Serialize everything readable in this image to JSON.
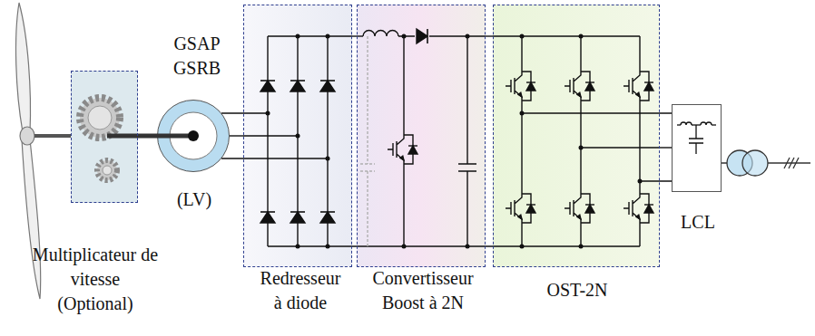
{
  "diagram": {
    "nodes": [
      {
        "text": [
          "Multiplicateur de vitesse (Optional)"
        ]
      },
      {
        "text": [
          "GSAP GSRB",
          "(LV)"
        ]
      },
      {
        "text": [
          "Redresseur à diode"
        ]
      },
      {
        "text": [
          "Convertisseur Boost à 2N"
        ]
      },
      {
        "text": [
          "OST-2N"
        ]
      },
      {
        "text": [
          "LCL"
        ]
      }
    ],
    "edges": [
      {
        "from": 0,
        "to": 1,
        "arrow": "none"
      },
      {
        "from": 1,
        "to": 2,
        "arrow": "none"
      },
      {
        "from": 2,
        "to": 3,
        "arrow": "none"
      },
      {
        "from": 3,
        "to": 4,
        "arrow": "none"
      },
      {
        "from": 4,
        "to": 5,
        "arrow": "none"
      }
    ]
  }
}
